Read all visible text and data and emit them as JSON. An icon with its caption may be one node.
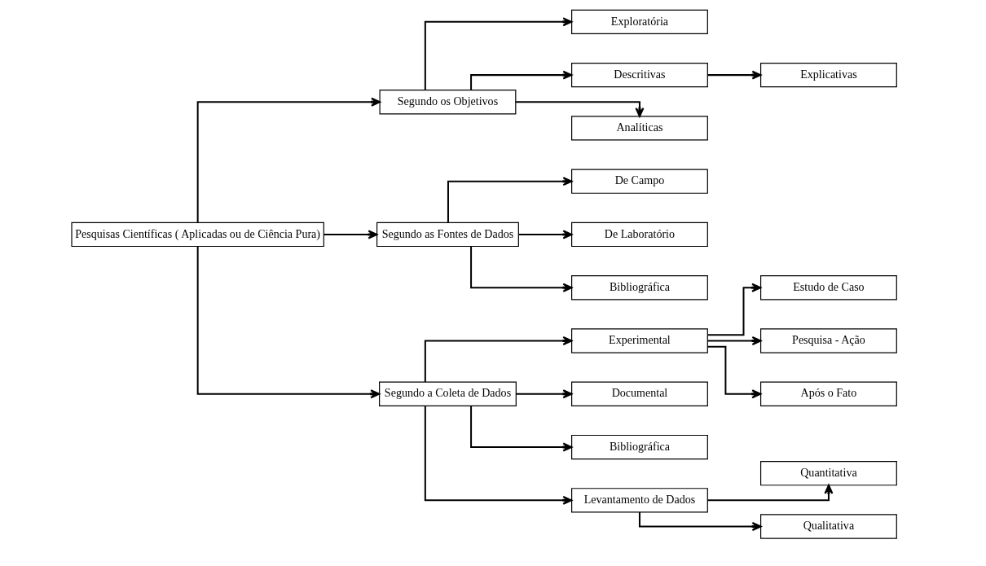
{
  "diagram": {
    "nodes": [
      {
        "text": [
          "Pesquisas Científicas ( Aplicadas ou de Ciência Pura)"
        ]
      },
      {
        "text": [
          "Segundo os Objetivos"
        ]
      },
      {
        "text": [
          "Segundo as Fontes de Dados"
        ]
      },
      {
        "text": [
          "Segundo a Coleta de Dados"
        ]
      },
      {
        "text": [
          "Exploratória"
        ]
      },
      {
        "text": [
          "Descritivas"
        ]
      },
      {
        "text": [
          "Analíticas"
        ]
      },
      {
        "text": [
          "Explicativas"
        ]
      },
      {
        "text": [
          "De Campo"
        ]
      },
      {
        "text": [
          "De Laboratório"
        ]
      },
      {
        "text": [
          "Bibliográfica"
        ]
      },
      {
        "text": [
          "Experimental"
        ]
      },
      {
        "text": [
          "Documental"
        ]
      },
      {
        "text": [
          "Bibliográfica"
        ]
      },
      {
        "text": [
          "Levantamento de Dados"
        ]
      },
      {
        "text": [
          "Estudo de Caso"
        ]
      },
      {
        "text": [
          "Pesquisa - Ação"
        ]
      },
      {
        "text": [
          "Após o Fato"
        ]
      },
      {
        "text": [
          "Quantitativa"
        ]
      },
      {
        "text": [
          "Qualitativa"
        ]
      }
    ],
    "edges": [
      {
        "from": 0,
        "to": 1,
        "arrow": "to"
      },
      {
        "from": 0,
        "to": 2,
        "arrow": "to"
      },
      {
        "from": 0,
        "to": 3,
        "arrow": "to"
      },
      {
        "from": 1,
        "to": 4,
        "arrow": "to"
      },
      {
        "from": 1,
        "to": 5,
        "arrow": "to"
      },
      {
        "from": 1,
        "to": 6,
        "arrow": "to"
      },
      {
        "from": 5,
        "to": 7,
        "arrow": "to"
      },
      {
        "from": 2,
        "to": 8,
        "arrow": "to"
      },
      {
        "from": 2,
        "to": 9,
        "arrow": "to"
      },
      {
        "from": 2,
        "to": 10,
        "arrow": "to"
      },
      {
        "from": 3,
        "to": 11,
        "arrow": "to"
      },
      {
        "from": 3,
        "to": 12,
        "arrow": "to"
      },
      {
        "from": 3,
        "to": 13,
        "arrow": "to"
      },
      {
        "from": 3,
        "to": 14,
        "arrow": "to"
      },
      {
        "from": 11,
        "to": 15,
        "arrow": "to"
      },
      {
        "from": 11,
        "to": 16,
        "arrow": "to"
      },
      {
        "from": 11,
        "to": 17,
        "arrow": "to"
      },
      {
        "from": 14,
        "to": 18,
        "arrow": "to"
      },
      {
        "from": 14,
        "to": 19,
        "arrow": "to"
      }
    ]
  }
}
